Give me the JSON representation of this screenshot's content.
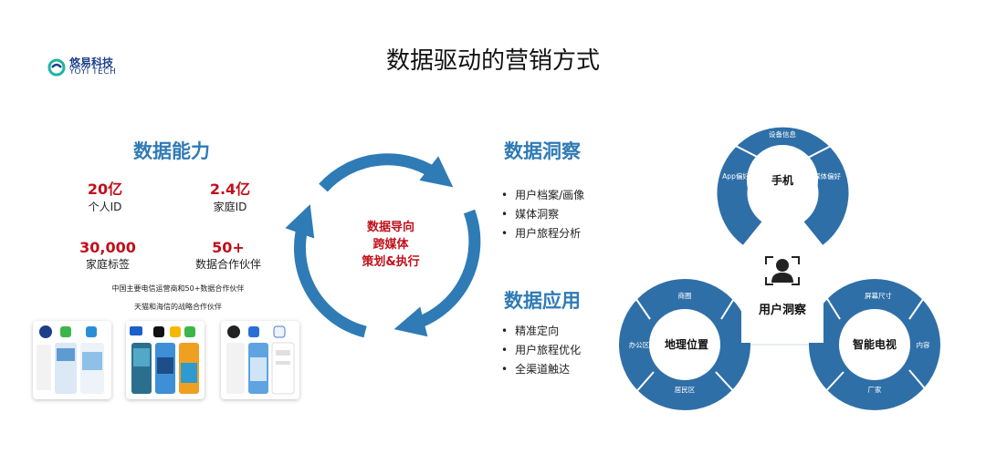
{
  "logo": {
    "name_cn": "悠易科技",
    "name_en": "YOYI TECH"
  },
  "title": "数据驱动的营销方式",
  "capability": {
    "title": "数据能力",
    "stats": [
      {
        "value": "20亿",
        "label": "个人ID"
      },
      {
        "value": "2.4亿",
        "label": "家庭ID"
      },
      {
        "value": "30,000",
        "label": "家庭标签"
      },
      {
        "value": "50+",
        "label": "数据合作伙伴"
      }
    ],
    "notes": [
      "中国主要电信运营商和50+数据合作伙伴",
      "天猫和海信的战略合作伙伴"
    ]
  },
  "cycle": {
    "lines": [
      "数据导向",
      "跨媒体",
      "策划&执行"
    ]
  },
  "insight": {
    "title": "数据洞察",
    "items": [
      "用户档案/画像",
      "媒体洞察",
      "用户旅程分析"
    ]
  },
  "application": {
    "title": "数据应用",
    "items": [
      "精准定向",
      "用户旅程优化",
      "全渠道触达"
    ]
  },
  "rings": {
    "center": "用户洞察",
    "mobile": {
      "name": "手机",
      "segments": [
        "设备信息",
        "媒体偏好",
        "App偏好"
      ]
    },
    "location": {
      "name": "地理位置",
      "segments": [
        "商圈",
        "办公区",
        "居民区"
      ]
    },
    "tv": {
      "name": "智能电视",
      "segments": [
        "屏幕尺寸",
        "内容",
        "厂家"
      ]
    }
  },
  "colors": {
    "blue": "#2f7bb5",
    "red": "#c0101a",
    "ring_blue": "#2f6fa8"
  }
}
